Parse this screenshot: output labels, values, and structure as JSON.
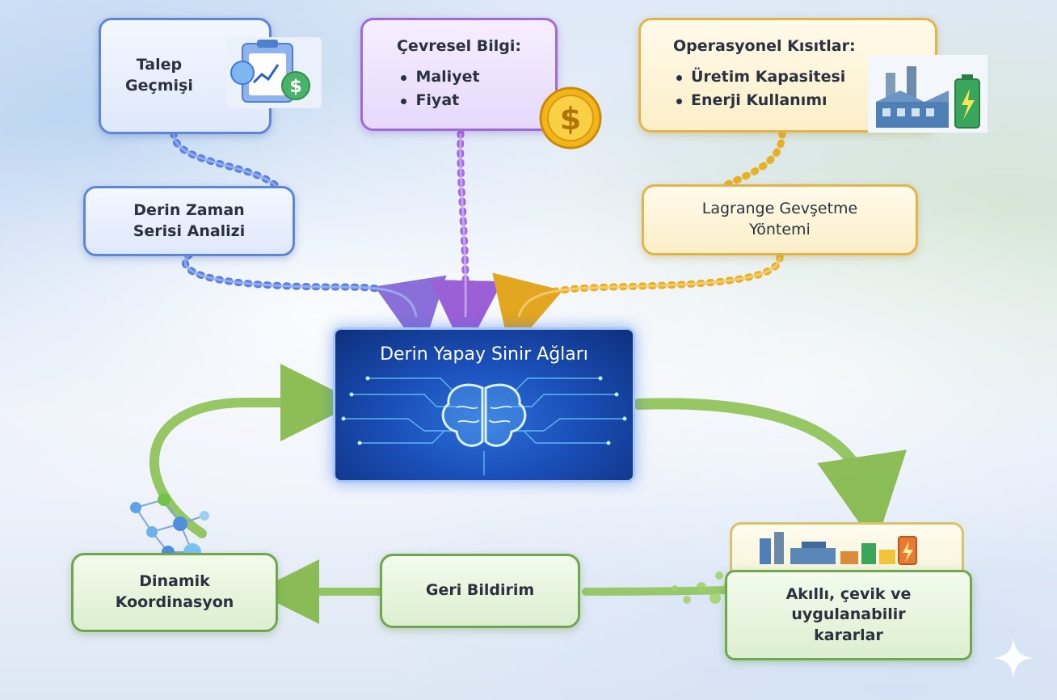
{
  "talep_gecmisi": {
    "line1": "Talep",
    "line2": "Geçmişi"
  },
  "cevresel_bilgi": {
    "title": "Çevresel Bilgi:",
    "items": [
      "Maliyet",
      "Fiyat"
    ]
  },
  "operasyonel": {
    "title": "Operasyonel Kısıtlar:",
    "items": [
      "Üretim Kapasitesi",
      "Enerji Kullanımı"
    ]
  },
  "derin_zaman": {
    "line1": "Derin Zaman",
    "line2": "Serisi Analizi"
  },
  "lagrange": {
    "line1": "Lagrange Gevşetme",
    "line2": "Yöntemi"
  },
  "central": {
    "title": "Derin Yapay Sinir Ağları"
  },
  "dinamik": {
    "line1": "Dinamik",
    "line2": "Koordinasyon"
  },
  "geri_bildirim": {
    "label": "Geri Bildirim"
  },
  "kararlar": {
    "line1": "Akıllı, çevik ve",
    "line2": "uygulanabilir",
    "line3": "kararlar"
  },
  "icons": [
    "clipboard-chart-icon",
    "dollar-coin-icon",
    "factory-battery-icon",
    "brain-icon",
    "network-molecule-icon",
    "factory-products-icon",
    "sparkle-icon"
  ],
  "colors": {
    "blue": "#5d86d8",
    "purple": "#a06ad8",
    "yellow": "#e2b44e",
    "green": "#6fa64f",
    "central": "#1a4fb8"
  }
}
